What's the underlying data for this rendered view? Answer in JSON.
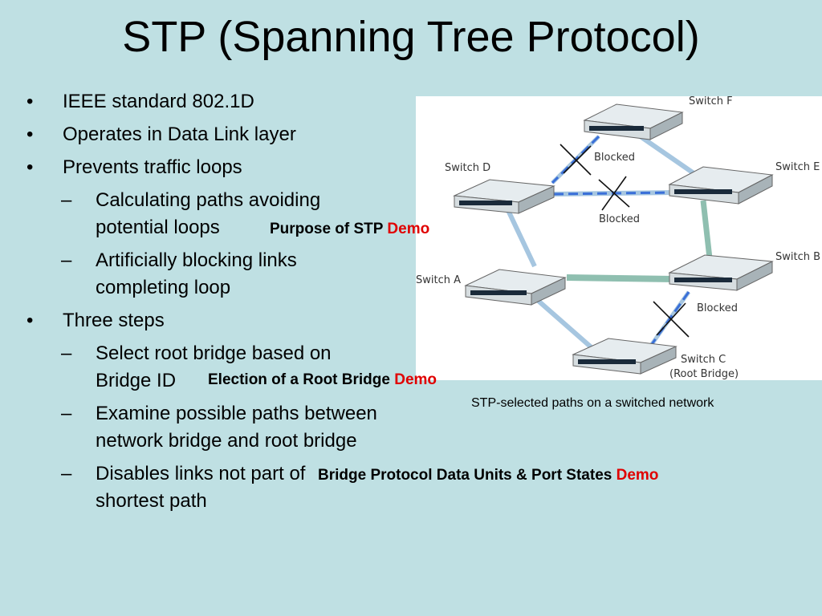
{
  "title": "STP (Spanning Tree Protocol)",
  "bullets": {
    "b1": "IEEE standard 802.1D",
    "b2": "Operates in Data Link layer",
    "b3": "Prevents traffic loops",
    "b3_sub1": "Calculating paths avoiding potential loops",
    "b3_sub2": "Artificially blocking links completing loop",
    "b4": "Three steps",
    "b4_sub1": "Select root bridge based on Bridge ID",
    "b4_sub2": "Examine possible paths between network bridge and root bridge",
    "b4_sub3": "Disables links not part of shortest path"
  },
  "markers": {
    "bullet": "•",
    "dash": "–"
  },
  "links": {
    "purpose": {
      "text": "Purpose of STP",
      "demo": "Demo"
    },
    "election": {
      "text": "Election of a Root Bridge",
      "demo": "Demo"
    },
    "bpdu": {
      "text": "Bridge Protocol Data Units & Port States",
      "demo": "Demo"
    }
  },
  "diagram": {
    "switch_f": "Switch F",
    "switch_d": "Switch D",
    "switch_e": "Switch E",
    "switch_a": "Switch A",
    "switch_b": "Switch B",
    "switch_c": "Switch C",
    "root_bridge": "(Root Bridge)",
    "blocked_1": "Blocked",
    "blocked_2": "Blocked",
    "blocked_3": "Blocked"
  },
  "caption": "STP-selected paths on a switched network",
  "colors": {
    "background": "#bfe0e3",
    "demo": "#e00000",
    "link_active": "#8fb8d8",
    "link_blocked": "#3a6fd8"
  }
}
